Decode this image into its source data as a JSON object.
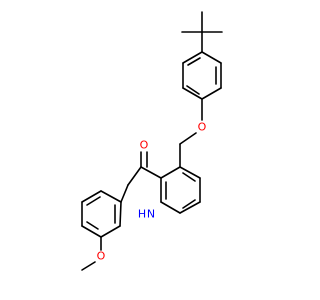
{
  "molecule": {
    "atom_labels": {
      "ether_oxygen": "O",
      "carbonyl_oxygen": "O",
      "amide_nitrogen": "N",
      "amide_hydrogen": "H",
      "methoxy_oxygen": "O"
    },
    "colors": {
      "bond": "#000000",
      "oxygen": "#ff0000",
      "nitrogen": "#0000ff",
      "background": "#ffffff"
    }
  }
}
